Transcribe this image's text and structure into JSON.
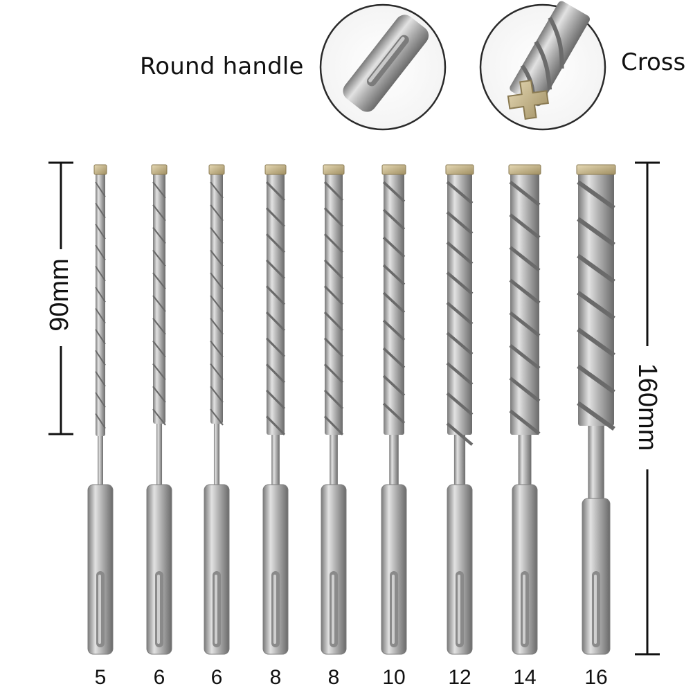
{
  "callouts": {
    "round_handle_label": "Round handle",
    "cross_label": "Cross"
  },
  "dimensions": {
    "short_length": "90mm",
    "full_length": "160mm"
  },
  "bits": [
    {
      "size": "5"
    },
    {
      "size": "6"
    },
    {
      "size": "6"
    },
    {
      "size": "8"
    },
    {
      "size": "8"
    },
    {
      "size": "10"
    },
    {
      "size": "12"
    },
    {
      "size": "14"
    },
    {
      "size": "16"
    }
  ],
  "colors": {
    "steel_light": "#d9d9d9",
    "steel_mid": "#a9a9a9",
    "steel_dark": "#6e6e6e",
    "carbide_tip": "#c8b68a",
    "ink": "#111111"
  }
}
